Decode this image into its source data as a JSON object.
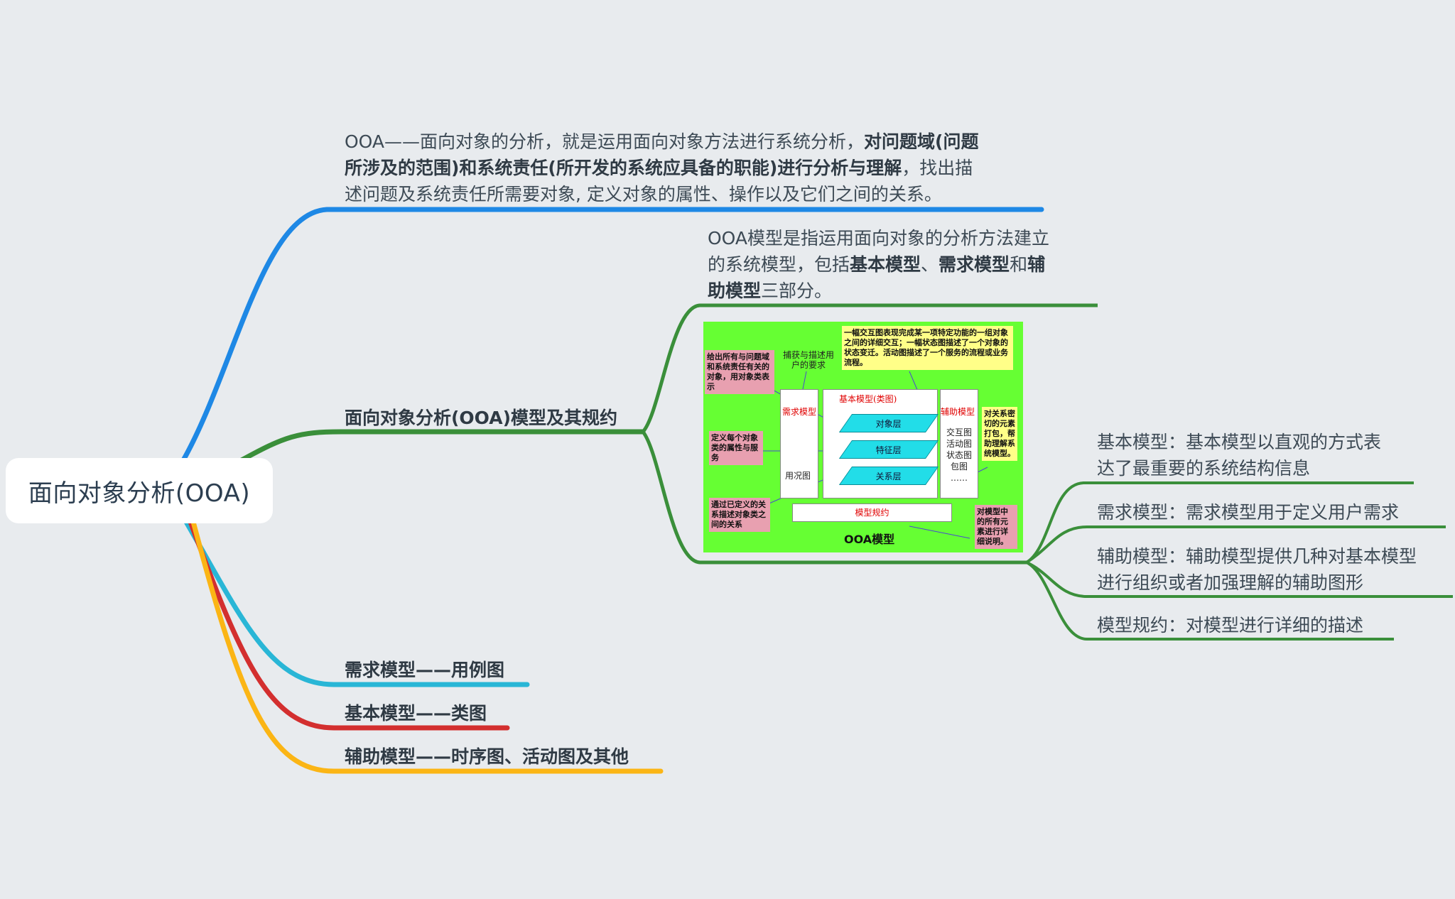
{
  "root": {
    "label": "面向对象分析(OOA)"
  },
  "branches": {
    "definition": {
      "line1_a": "OOA——面向对象的分析，就是运用面向对象方法进行系统分析，",
      "line1_b": "对问题域(问题",
      "line2_a": "所涉及的范围)和系统责任(所开发的系统应具备的职能)进行分析与理解",
      "line2_b": "，找出描",
      "line3": "述问题及系统责任所需要对象, 定义对象的属性、操作以及它们之间的关系。",
      "color": "#1e88e5"
    },
    "models": {
      "label": "面向对象分析(OOA)模型及其规约",
      "color": "#3a8f3a",
      "intro": {
        "p1": "OOA模型是指运用面向对象的分析方法建立",
        "p2": "的系统模型，包括",
        "b1": "基本模型",
        "p3": "、",
        "b2": "需求模型",
        "p4": "和",
        "b3": "辅",
        "b4": "助模型",
        "p5": "三部分。"
      },
      "sub": [
        {
          "line1": "基本模型：基本模型以直观的方式表",
          "line2": "达了最重要的系统结构信息"
        },
        {
          "line1": "需求模型：需求模型用于定义用户需求",
          "line2": ""
        },
        {
          "line1": "辅助模型：辅助模型提供几种对基本模型",
          "line2": "进行组织或者加强理解的辅助图形"
        },
        {
          "line1": "模型规约：对模型进行详细的描述",
          "line2": ""
        }
      ]
    },
    "req": {
      "label": "需求模型——用例图",
      "color": "#29b6d6"
    },
    "basic": {
      "label": "基本模型——类图",
      "color": "#d32f2f"
    },
    "aux": {
      "label": "辅助模型——时序图、活动图及其他",
      "color": "#fbb515"
    }
  },
  "figure": {
    "pink1": "给出所有与问题域和系统责任有关的对象，用对象类表示",
    "pink2": "定义每个对象类的属性与服务",
    "pink3": "通过已定义的关系描述对象类之间的关系",
    "capture": "捕获与描述用户的要求",
    "yellow_top": "一幅交互图表现完成某一项特定功能的一组对象之间的详细交互；一幅状态图描述了一个对象的状态变迁。活动图描述了一个服务的流程或业务流程。",
    "req_model": "需求模型",
    "use_case": "用况图",
    "basic_model": "基本模型(类图)",
    "layer1": "对象层",
    "layer2": "特征层",
    "layer3": "关系层",
    "aux_model": "辅助模型",
    "aux_items": "交互图 活动图 状态图 包图 ……",
    "yellow_right": "对关系密切的元素打包，帮助理解系统模型。",
    "spec": "模型规约",
    "pink4": "对模型中的所有元素进行详细说明。",
    "caption": "OOA模型"
  }
}
